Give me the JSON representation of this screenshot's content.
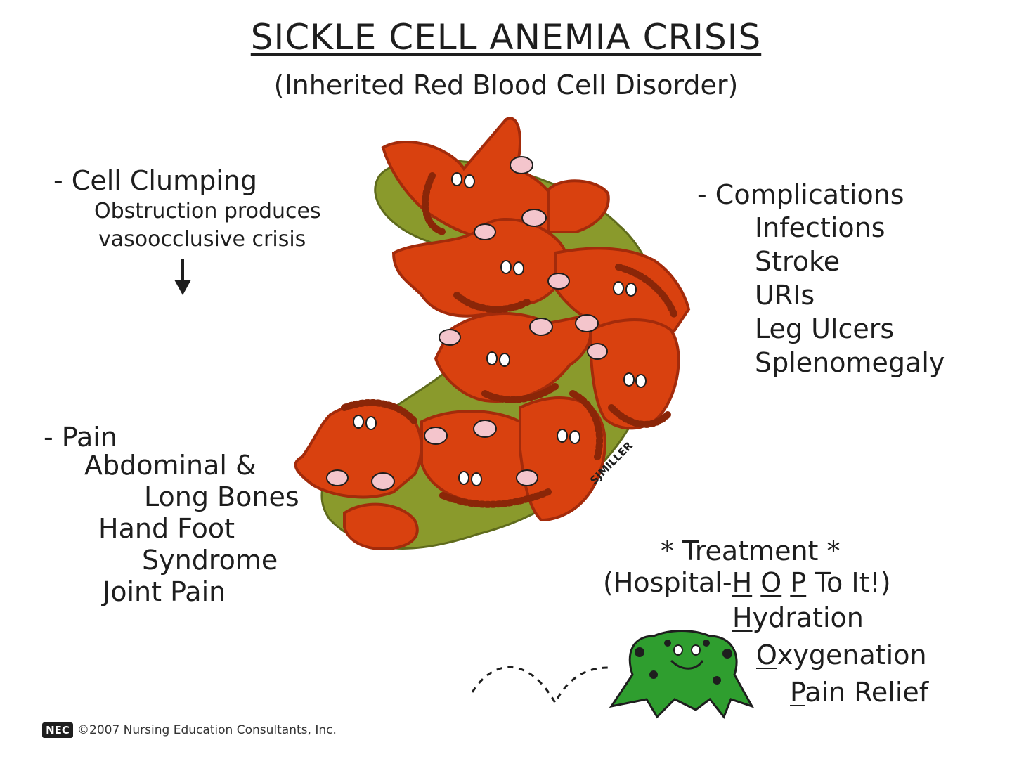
{
  "title": "SICKLE CELL ANEMIA CRISIS",
  "subtitle": "(Inherited Red Blood Cell Disorder)",
  "clumping": {
    "heading": "- Cell Clumping",
    "line1": "Obstruction produces",
    "line2": "vasoocclusive crisis"
  },
  "complications": {
    "heading": "- Complications",
    "items": [
      "Infections",
      "Stroke",
      "URIs",
      "Leg Ulcers",
      "Splenomegaly"
    ]
  },
  "pain": {
    "heading": "- Pain",
    "line1": "Abdominal &",
    "line2": "Long Bones",
    "line3": "Hand Foot",
    "line4": "Syndrome",
    "line5": "Joint Pain"
  },
  "treatment": {
    "heading": "* Treatment *",
    "line_prefix": "(Hospital-",
    "h": "H",
    "o": "O",
    "p": "P",
    "line_suffix": " To It!)",
    "hydration_initial": "H",
    "hydration_rest": "ydration",
    "oxygenation_initial": "O",
    "oxygenation_rest": "xygenation",
    "pain_initial": "P",
    "pain_rest": "ain Relief"
  },
  "signature": "SJMILLER",
  "logo_text": "NEC",
  "footer": "©2007 Nursing Education Consultants, Inc.",
  "colors": {
    "cell": "#d9410f",
    "cell_border": "#a32b0b",
    "vessel": "#8a9a2c",
    "frog": "#2f9e2f",
    "text": "#1e1e1e"
  }
}
